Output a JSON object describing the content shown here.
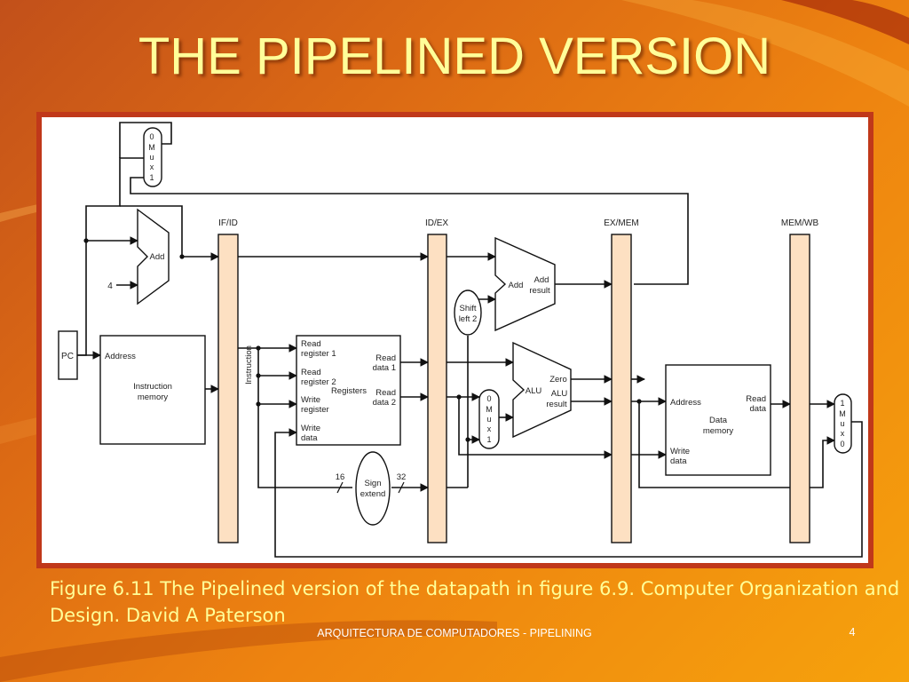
{
  "slide": {
    "title": "THE PIPELINED VERSION",
    "caption": "Figure 6.11 The Pipelined version of the datapath in figure 6.9. Computer Organization and Design. David A Paterson",
    "footer": "ARQUITECTURA DE COMPUTADORES - PIPELINING",
    "page_number": "4"
  },
  "diagram": {
    "registers": {
      "ifid": "IF/ID",
      "idex": "ID/EX",
      "exmem": "EX/MEM",
      "memwb": "MEM/WB"
    },
    "pc": "PC",
    "const_four": "4",
    "add": "Add",
    "mux_top": [
      "0",
      "M",
      "u",
      "x",
      "1"
    ],
    "mux_alu": [
      "0",
      "M",
      "u",
      "x",
      "1"
    ],
    "mux_wb": [
      "1",
      "M",
      "u",
      "x",
      "0"
    ],
    "imem": {
      "address": "Address",
      "name1": "Instruction",
      "name2": "memory"
    },
    "instruction_bus": "Instruction",
    "regfile": {
      "read_reg1_a": "Read",
      "read_reg1_b": "register 1",
      "read_reg2_a": "Read",
      "read_reg2_b": "register 2",
      "write_reg_a": "Write",
      "write_reg_b": "register",
      "write_data_a": "Write",
      "write_data_b": "data",
      "read_data1_a": "Read",
      "read_data1_b": "data 1",
      "read_data2_a": "Read",
      "read_data2_b": "data 2",
      "name": "Registers"
    },
    "shift": {
      "a": "Shift",
      "b": "left 2"
    },
    "sign_extend": {
      "a": "Sign",
      "b": "extend",
      "in_bits": "16",
      "out_bits": "32"
    },
    "add_result": {
      "add": "Add",
      "result_a": "Add",
      "result_b": "result"
    },
    "alu": {
      "name": "ALU",
      "zero": "Zero",
      "result_a": "ALU",
      "result_b": "result"
    },
    "dmem": {
      "address": "Address",
      "read_data_a": "Read",
      "read_data_b": "data",
      "name1": "Data",
      "name2": "memory",
      "write_data_a": "Write",
      "write_data_b": "data"
    }
  }
}
